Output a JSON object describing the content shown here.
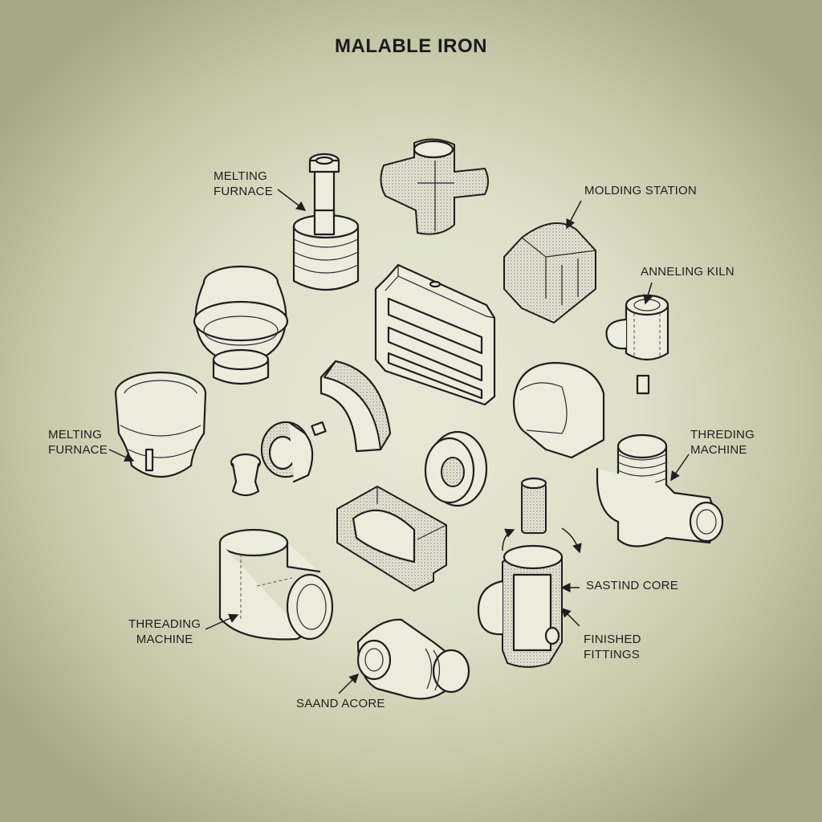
{
  "title": "MALABLE IRON",
  "labels": {
    "melting_furnace_top": [
      "MELTING",
      "FURNACE"
    ],
    "molding_station": [
      "MOLDING STATION"
    ],
    "anneling_kiln": [
      "ANNELING KILN"
    ],
    "melting_furnace_left": [
      "MELTING",
      "FURNACE"
    ],
    "threding_machine_right": [
      "THREDING",
      "MACHINE"
    ],
    "sastind_core": [
      "SASTIND CORE"
    ],
    "finished_fittings": [
      "FINISHED",
      "FITTINGS"
    ],
    "threading_machine_left": [
      "THREADING",
      "MACHINE"
    ],
    "saand_acore": [
      "SAAND ACORE"
    ]
  },
  "colors": {
    "background_center": "#e8e7d6",
    "background_edge": "#a4a885",
    "ink": "#1e1e1e",
    "part_fill": "#ecebdc"
  },
  "components": [
    "vertical-pipe-with-rings",
    "cross-fitting",
    "molding-block",
    "tee-fitting-small",
    "bell-reducer",
    "slotted-frame",
    "curved-segment",
    "socket-coupling",
    "flanged-cup",
    "nut-and-bushing",
    "disc-ring",
    "threaded-tee",
    "mold-cavity",
    "cutaway-tee-with-core",
    "elbow-large",
    "threaded-elbow"
  ]
}
